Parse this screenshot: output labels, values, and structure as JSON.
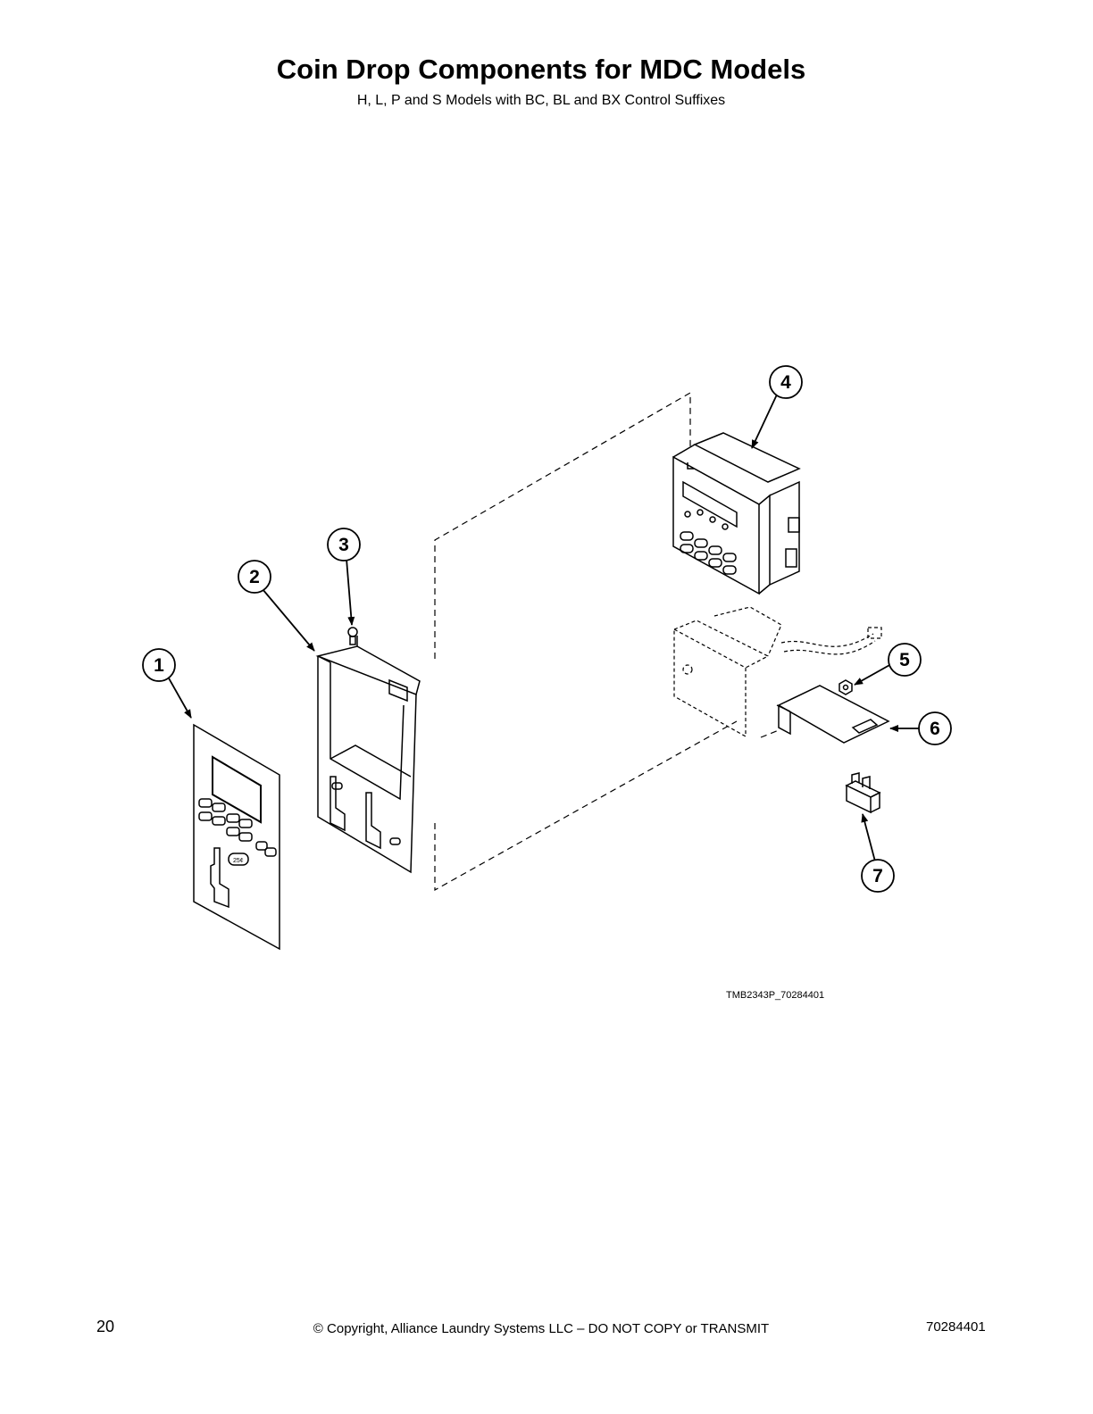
{
  "header": {
    "title": "Coin Drop Components for MDC Models",
    "subtitle": "H, L, P and S Models with BC, BL and BX Control Suffixes"
  },
  "diagram": {
    "callouts": [
      "1",
      "2",
      "3",
      "4",
      "5",
      "6",
      "7"
    ],
    "overlay_price_label": "25¢",
    "drawing_id": "TMB2343P_70284401"
  },
  "footer": {
    "page_number": "20",
    "copyright": "© Copyright, Alliance Laundry Systems LLC – DO NOT COPY or TRANSMIT",
    "document_number": "70284401"
  }
}
